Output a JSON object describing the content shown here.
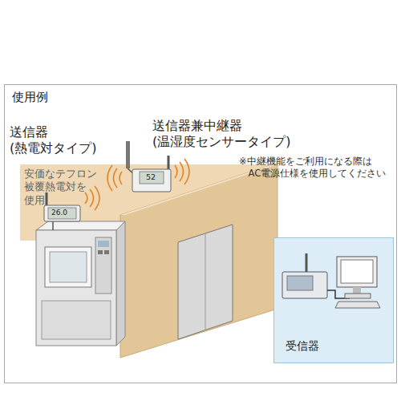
{
  "diagram": {
    "nodes": [
      {
        "text": [
          "使用例"
        ]
      },
      {
        "text": [
          "受信器"
        ],
        "in": 0
      }
    ],
    "labels": [
      "送信器 (熱電対タイプ)",
      "送信器兼中継器 (温湿度センサータイプ)",
      "※中継機能をご利用になる際は AC電源仕様を使用してください",
      "安価なテフロン 被覆熱電対を 使用",
      "26.0",
      "52"
    ]
  }
}
